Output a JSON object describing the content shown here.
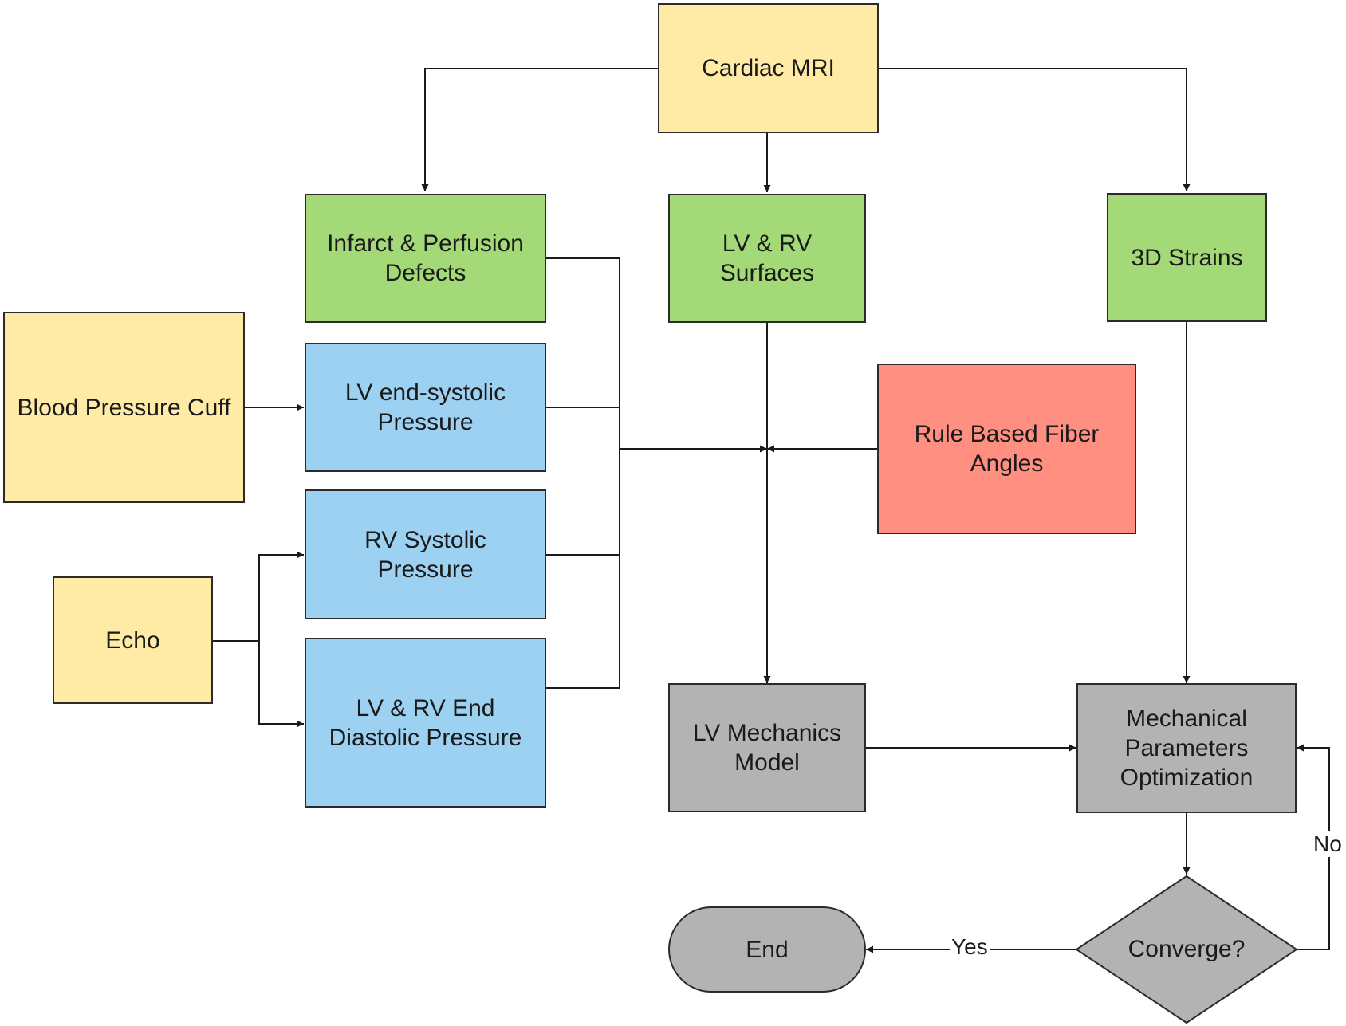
{
  "nodes": {
    "cardiac_mri": "Cardiac MRI",
    "infarct": "Infarct & Perfusion Defects",
    "surfaces": "LV & RV Surfaces",
    "strains": "3D Strains",
    "bp_cuff": "Blood Pressure Cuff",
    "lv_esp": "LV end-systolic Pressure",
    "rv_sp": "RV Systolic Pressure",
    "echo": "Echo",
    "edp": "LV & RV End Diastolic Pressure",
    "fiber": "Rule Based Fiber Angles",
    "mechanics": "LV Mechanics Model",
    "optimization": "Mechanical Parameters Optimization",
    "converge": "Converge?",
    "end": "End"
  },
  "edge_labels": {
    "yes": "Yes",
    "no": "No"
  },
  "colors": {
    "yellow": "#ffeaa6",
    "green": "#a3d977",
    "blue": "#9cd1f2",
    "red": "#ff8f80",
    "gray": "#b3b3b3",
    "line": "#1a1a1a"
  }
}
